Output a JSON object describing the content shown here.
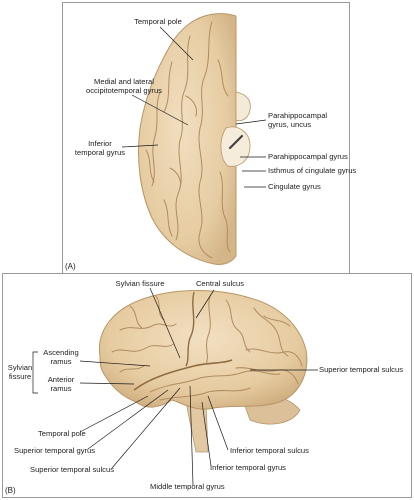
{
  "panel_a": {
    "letter": "(A)",
    "labels": {
      "temporal_pole": "Temporal pole",
      "medial_lateral_occipitotemporal": "Medial and lateral\noccipitotemporal gyrus",
      "inferior_temporal_gyrus": "Inferior\ntemporal gyrus",
      "parahippocampal_uncus": "Parahippocampal\ngyrus, uncus",
      "parahippocampal_gyrus": "Parahippocampal gyrus",
      "isthmus_cingulate": "Isthmus of cingulate gyrus",
      "cingulate_gyrus": "Cingulate gyrus"
    }
  },
  "panel_b": {
    "letter": "(B)",
    "labels": {
      "sylvian_fissure_top": "Sylvian fissure",
      "central_sulcus": "Central sulcus",
      "sylvian_fissure_left": "Sylvian\nfissure",
      "ascending_ramus": "Ascending\nramus",
      "anterior_ramus": "Anterior\nramus",
      "superior_temporal_sulcus_right": "Superior temporal sulcus",
      "temporal_pole": "Temporal pole",
      "superior_temporal_gyrus": "Superior temporal gyrus",
      "superior_temporal_sulcus_bottom": "Superior temporal sulcus",
      "inferior_temporal_sulcus": "Inferior temporal sulcus",
      "inferior_temporal_gyrus": "Inferior temporal gyrus",
      "middle_temporal_gyrus": "Middle temporal gyrus"
    }
  },
  "colors": {
    "brain_fill": "#ead3ae",
    "brain_shadow": "#d6b98e",
    "sulcus": "#b08c5e",
    "leader_line": "#1a1a1a"
  }
}
